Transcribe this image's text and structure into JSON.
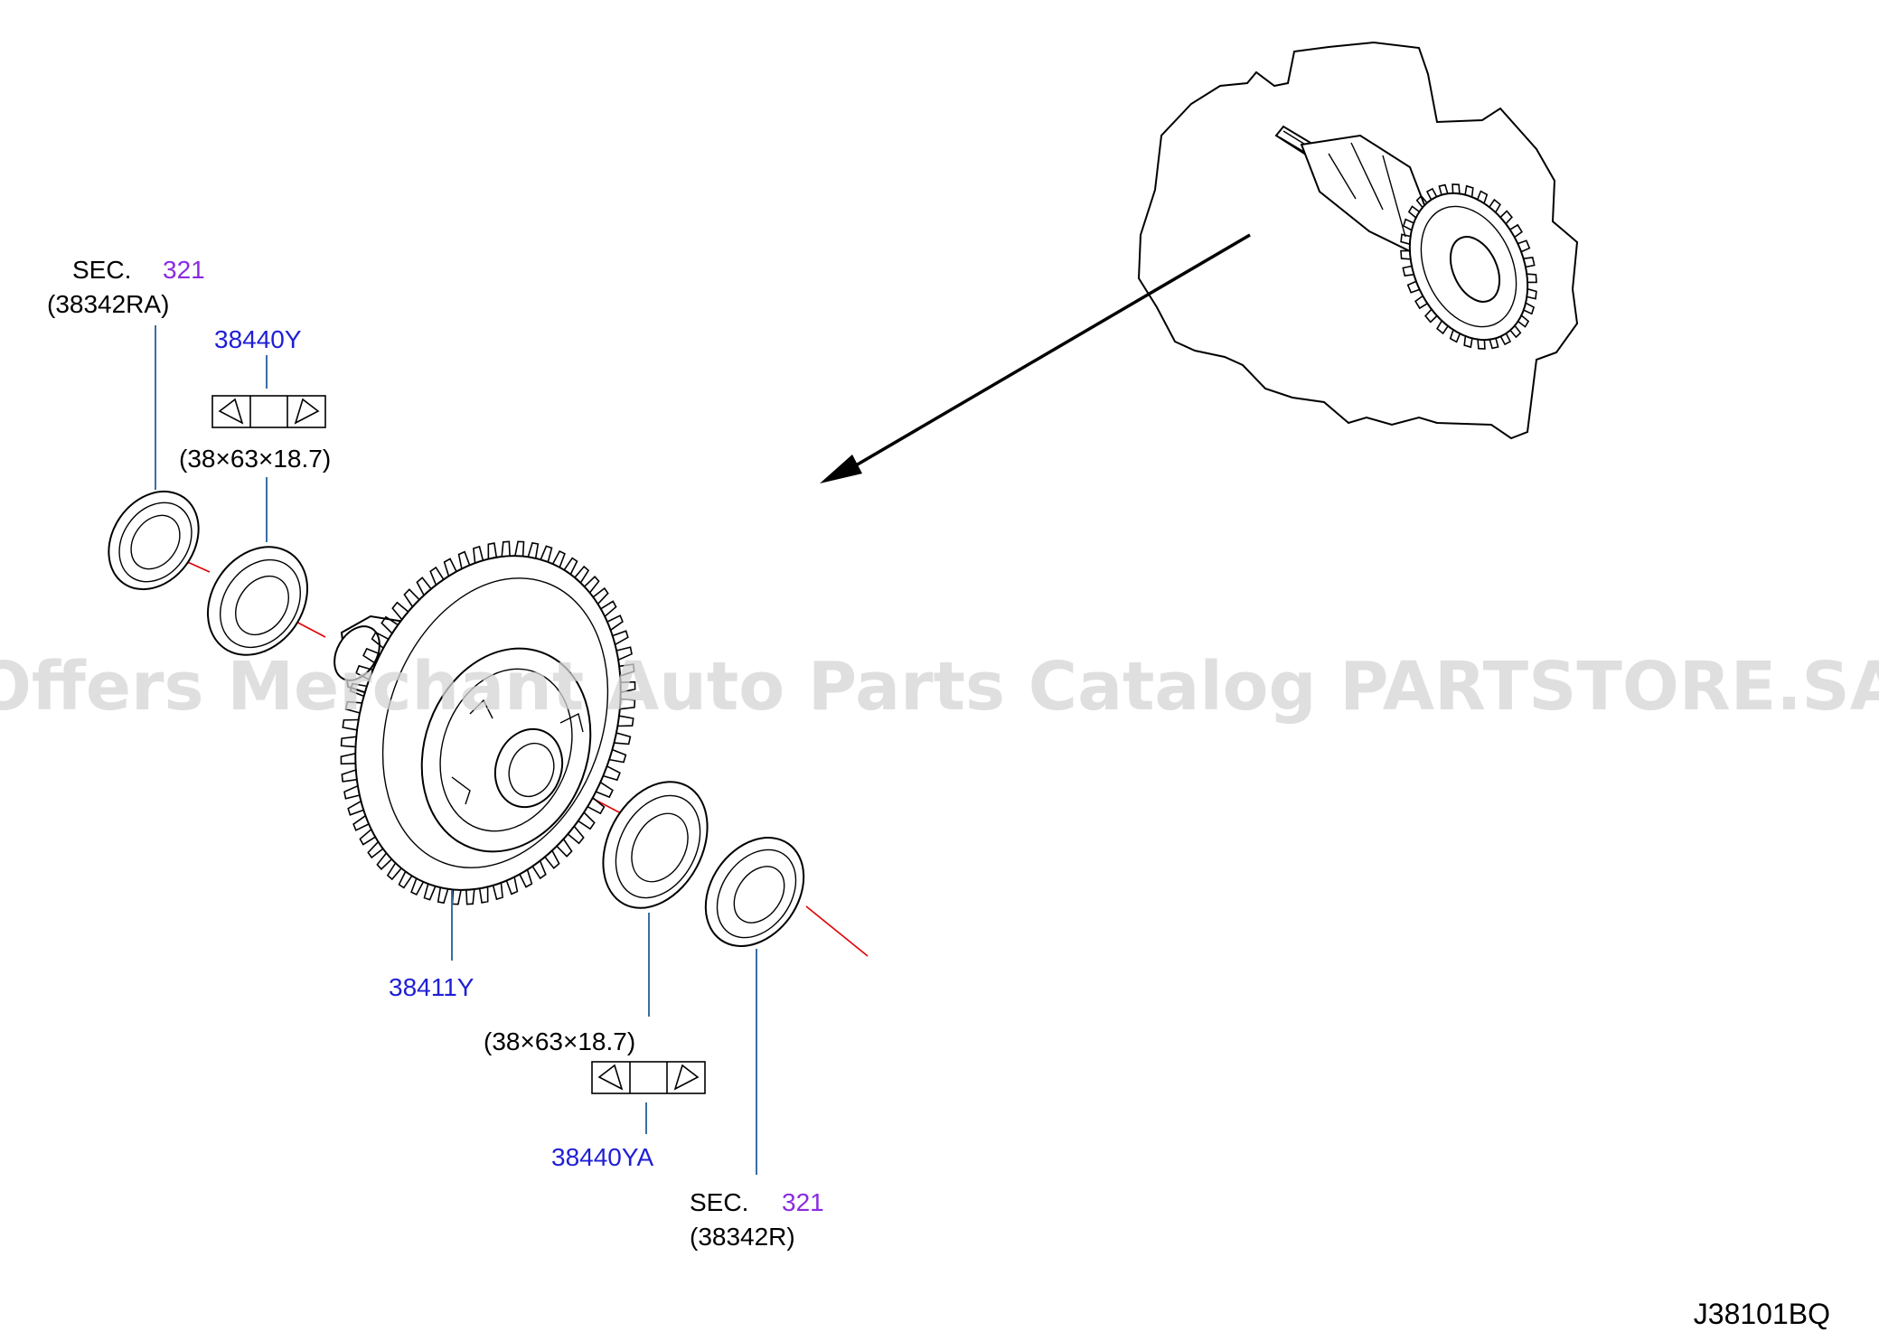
{
  "watermark": "Offers Merchant Auto Parts Catalog PARTSTORE.SA",
  "diagram_code": "J38101BQ",
  "colors": {
    "part_number": "#1f1fd6",
    "section_number": "#8a2be2",
    "leader_line": "#3a6ea5",
    "center_axis": "#e00000"
  },
  "callouts": {
    "sec_top": {
      "prefix": "SEC.",
      "number": "321",
      "ref": "(38342RA)"
    },
    "bearing_top": {
      "part": "38440Y",
      "size": "(38×63×18.7)"
    },
    "gear": {
      "part": "38411Y"
    },
    "bearing_bottom": {
      "part": "38440YA",
      "size": "(38×63×18.7)"
    },
    "sec_bottom": {
      "prefix": "SEC.",
      "number": "321",
      "ref": "(38342R)"
    }
  }
}
